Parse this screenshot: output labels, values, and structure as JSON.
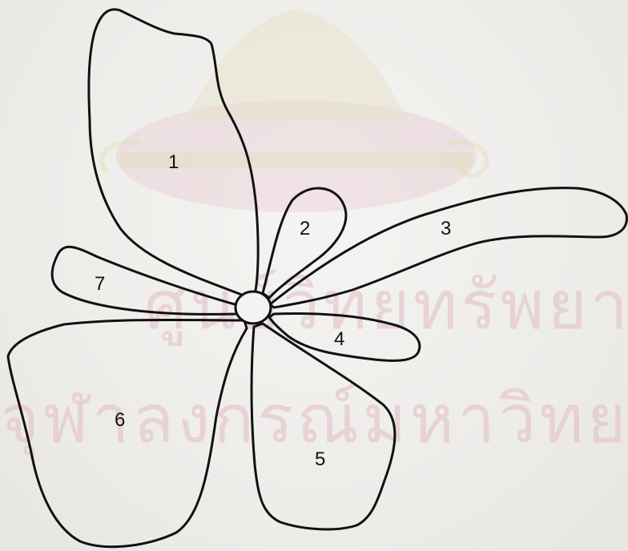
{
  "watermark": {
    "line1": "ศูนย์วิทยทรัพยากร",
    "line2": "จุฬาลงกรณ์มหาวิทยาลัย",
    "color": "#e3bcc5"
  },
  "lobes": [
    {
      "id": "1",
      "label": "1"
    },
    {
      "id": "2",
      "label": "2"
    },
    {
      "id": "3",
      "label": "3"
    },
    {
      "id": "4",
      "label": "4"
    },
    {
      "id": "5",
      "label": "5"
    },
    {
      "id": "6",
      "label": "6"
    },
    {
      "id": "7",
      "label": "7"
    }
  ]
}
